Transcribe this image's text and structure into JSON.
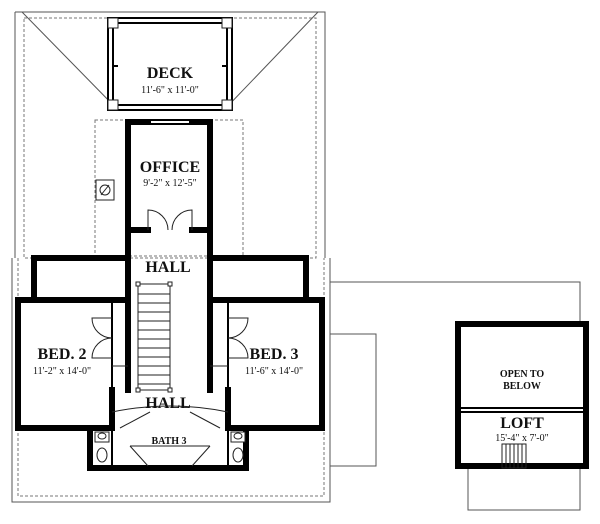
{
  "plan": {
    "rooms": {
      "deck": {
        "name": "DECK",
        "dims": "11'-6\" x 11'-0\""
      },
      "office": {
        "name": "OFFICE",
        "dims": "9'-2\" x 12'-5\""
      },
      "hall_upper": {
        "name": "HALL"
      },
      "hall_lower": {
        "name": "HALL"
      },
      "bed2": {
        "name": "BED. 2",
        "dims": "11'-2\" x 14'-0\""
      },
      "bed3": {
        "name": "BED. 3",
        "dims": "11'-6\" x 14'-0\""
      },
      "bath3": {
        "name": "BATH 3"
      },
      "open_below": {
        "line1": "OPEN TO",
        "line2": "BELOW"
      },
      "loft": {
        "name": "LOFT",
        "dims": "15'-4\" x 7'-0\""
      }
    }
  }
}
